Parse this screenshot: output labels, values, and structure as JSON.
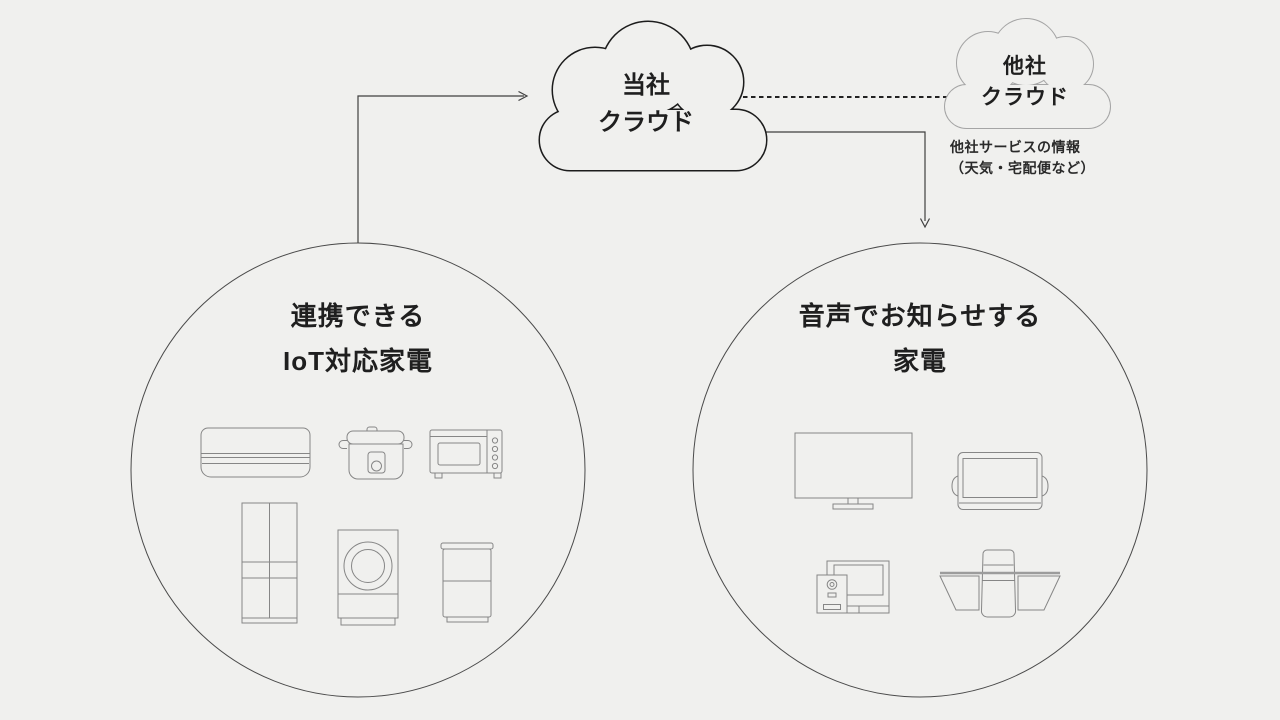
{
  "background_color": "#f0f0ee",
  "clouds": {
    "main": {
      "line1": "当社",
      "line2": "クラウド"
    },
    "other": {
      "line1": "他社",
      "line2": "クラウド",
      "caption_line1": "他社サービスの情報",
      "caption_line2": "（天気・宅配便など）"
    }
  },
  "left_circle": {
    "title_line1": "連携できる",
    "title_line2": "IoT対応家電",
    "icons": [
      "air-conditioner",
      "rice-cooker",
      "toaster-oven",
      "refrigerator",
      "washing-machine",
      "compact-fridge"
    ]
  },
  "right_circle": {
    "title_line1": "音声でお知らせする",
    "title_line2": "家電",
    "icons": [
      "tv",
      "portable-tv",
      "intercom",
      "range-hood"
    ]
  },
  "connections": {
    "left_circle_to_main_cloud": "solid-arrow",
    "main_cloud_to_other_cloud": "dotted-line",
    "main_cloud_to_right_circle": "solid-arrow"
  },
  "colors": {
    "background": "#f0f0ee",
    "main_cloud_stroke": "#1c1c1c",
    "other_cloud_stroke": "#a5a5a5",
    "circle_stroke": "#4a4a4a",
    "icon_stroke": "#868686",
    "text": "#1f1f1f"
  }
}
